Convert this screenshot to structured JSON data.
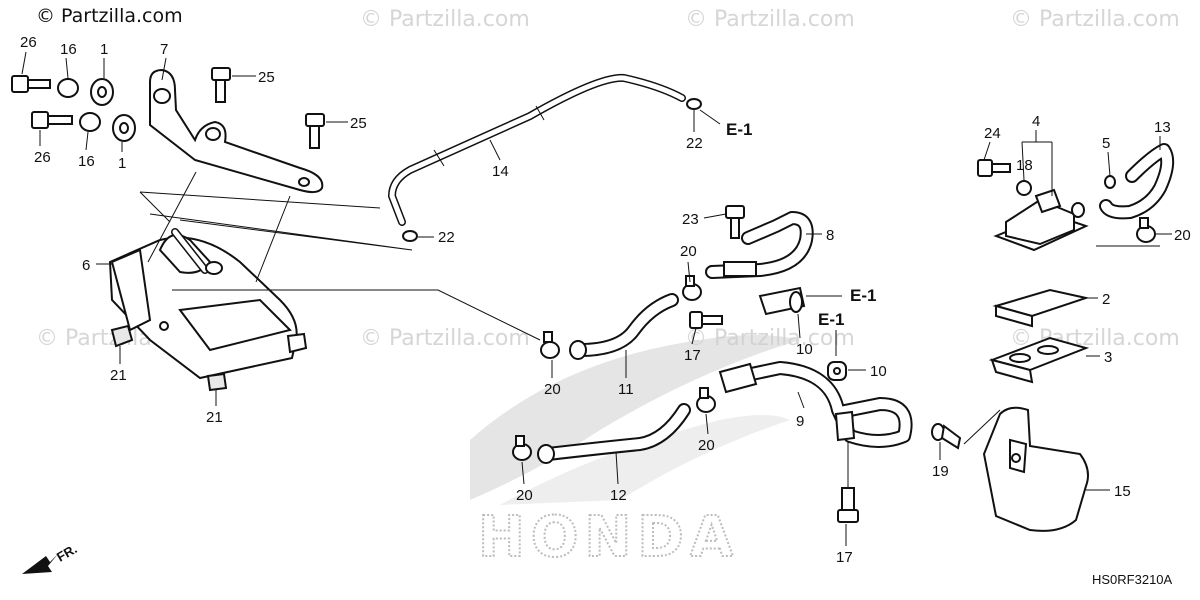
{
  "watermark": {
    "top_left": "© Partzilla.com",
    "repeated": "© Partzilla.com"
  },
  "brand_mark": "HONDA",
  "diagram_code": "HS0RF3210A",
  "direction_label": "FR.",
  "reference_label": "E-1",
  "parts": [
    {
      "id": "p1",
      "number": "1"
    },
    {
      "id": "p2",
      "number": "2"
    },
    {
      "id": "p3",
      "number": "3"
    },
    {
      "id": "p4",
      "number": "4"
    },
    {
      "id": "p5",
      "number": "5"
    },
    {
      "id": "p6",
      "number": "6"
    },
    {
      "id": "p7",
      "number": "7"
    },
    {
      "id": "p8",
      "number": "8"
    },
    {
      "id": "p9",
      "number": "9"
    },
    {
      "id": "p10",
      "number": "10"
    },
    {
      "id": "p11",
      "number": "11"
    },
    {
      "id": "p12",
      "number": "12"
    },
    {
      "id": "p13",
      "number": "13"
    },
    {
      "id": "p14",
      "number": "14"
    },
    {
      "id": "p15",
      "number": "15"
    },
    {
      "id": "p16",
      "number": "16"
    },
    {
      "id": "p17",
      "number": "17"
    },
    {
      "id": "p18",
      "number": "18"
    },
    {
      "id": "p19",
      "number": "19"
    },
    {
      "id": "p20",
      "number": "20"
    },
    {
      "id": "p21",
      "number": "21"
    },
    {
      "id": "p22",
      "number": "22"
    },
    {
      "id": "p23",
      "number": "23"
    },
    {
      "id": "p24",
      "number": "24"
    },
    {
      "id": "p25",
      "number": "25"
    },
    {
      "id": "p26",
      "number": "26"
    }
  ]
}
